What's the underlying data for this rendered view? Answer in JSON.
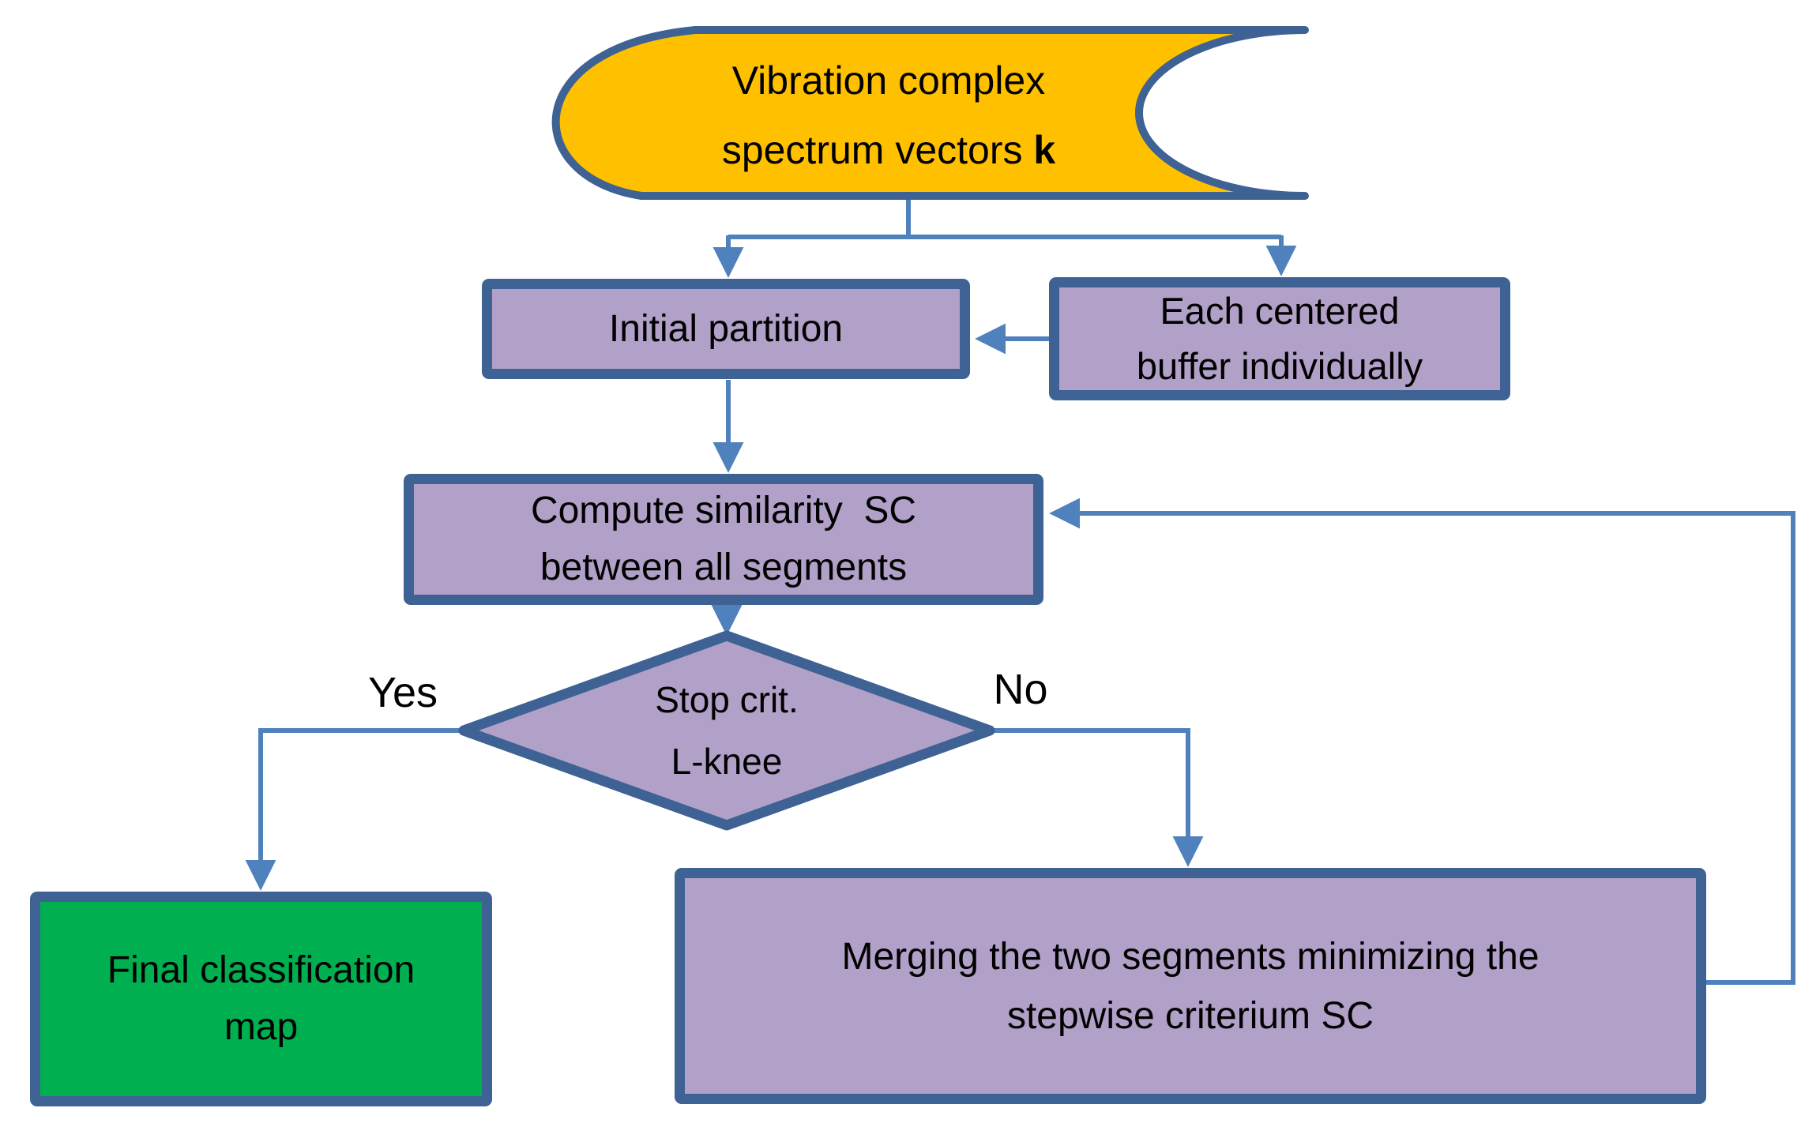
{
  "diagram": {
    "nodes": {
      "input": {
        "line1": "Vibration complex",
        "line2_prefix": "spectrum vectors ",
        "line2_bold": "k"
      },
      "initial_partition": {
        "label": "Initial partition"
      },
      "each_centered": {
        "line1": "Each centered",
        "line2": "buffer individually"
      },
      "compute_similarity": {
        "line1": "Compute similarity  SC",
        "line2": "between all segments"
      },
      "decision": {
        "line1": "Stop crit.",
        "line2": "L-knee"
      },
      "final_map": {
        "line1": "Final classification",
        "line2": "map"
      },
      "merge": {
        "line1": "Merging the two segments minimizing the",
        "line2": "stepwise criterium SC"
      }
    },
    "edge_labels": {
      "yes": "Yes",
      "no": "No"
    },
    "colors": {
      "gold-fill": "#ffc000",
      "purple-fill": "#b1a0c7",
      "green-fill": "#00b050",
      "shape-border": "#3d6293",
      "arrow-blue": "#4f81bd",
      "text-black": "#000000",
      "page-bg": "#ffffff"
    }
  }
}
